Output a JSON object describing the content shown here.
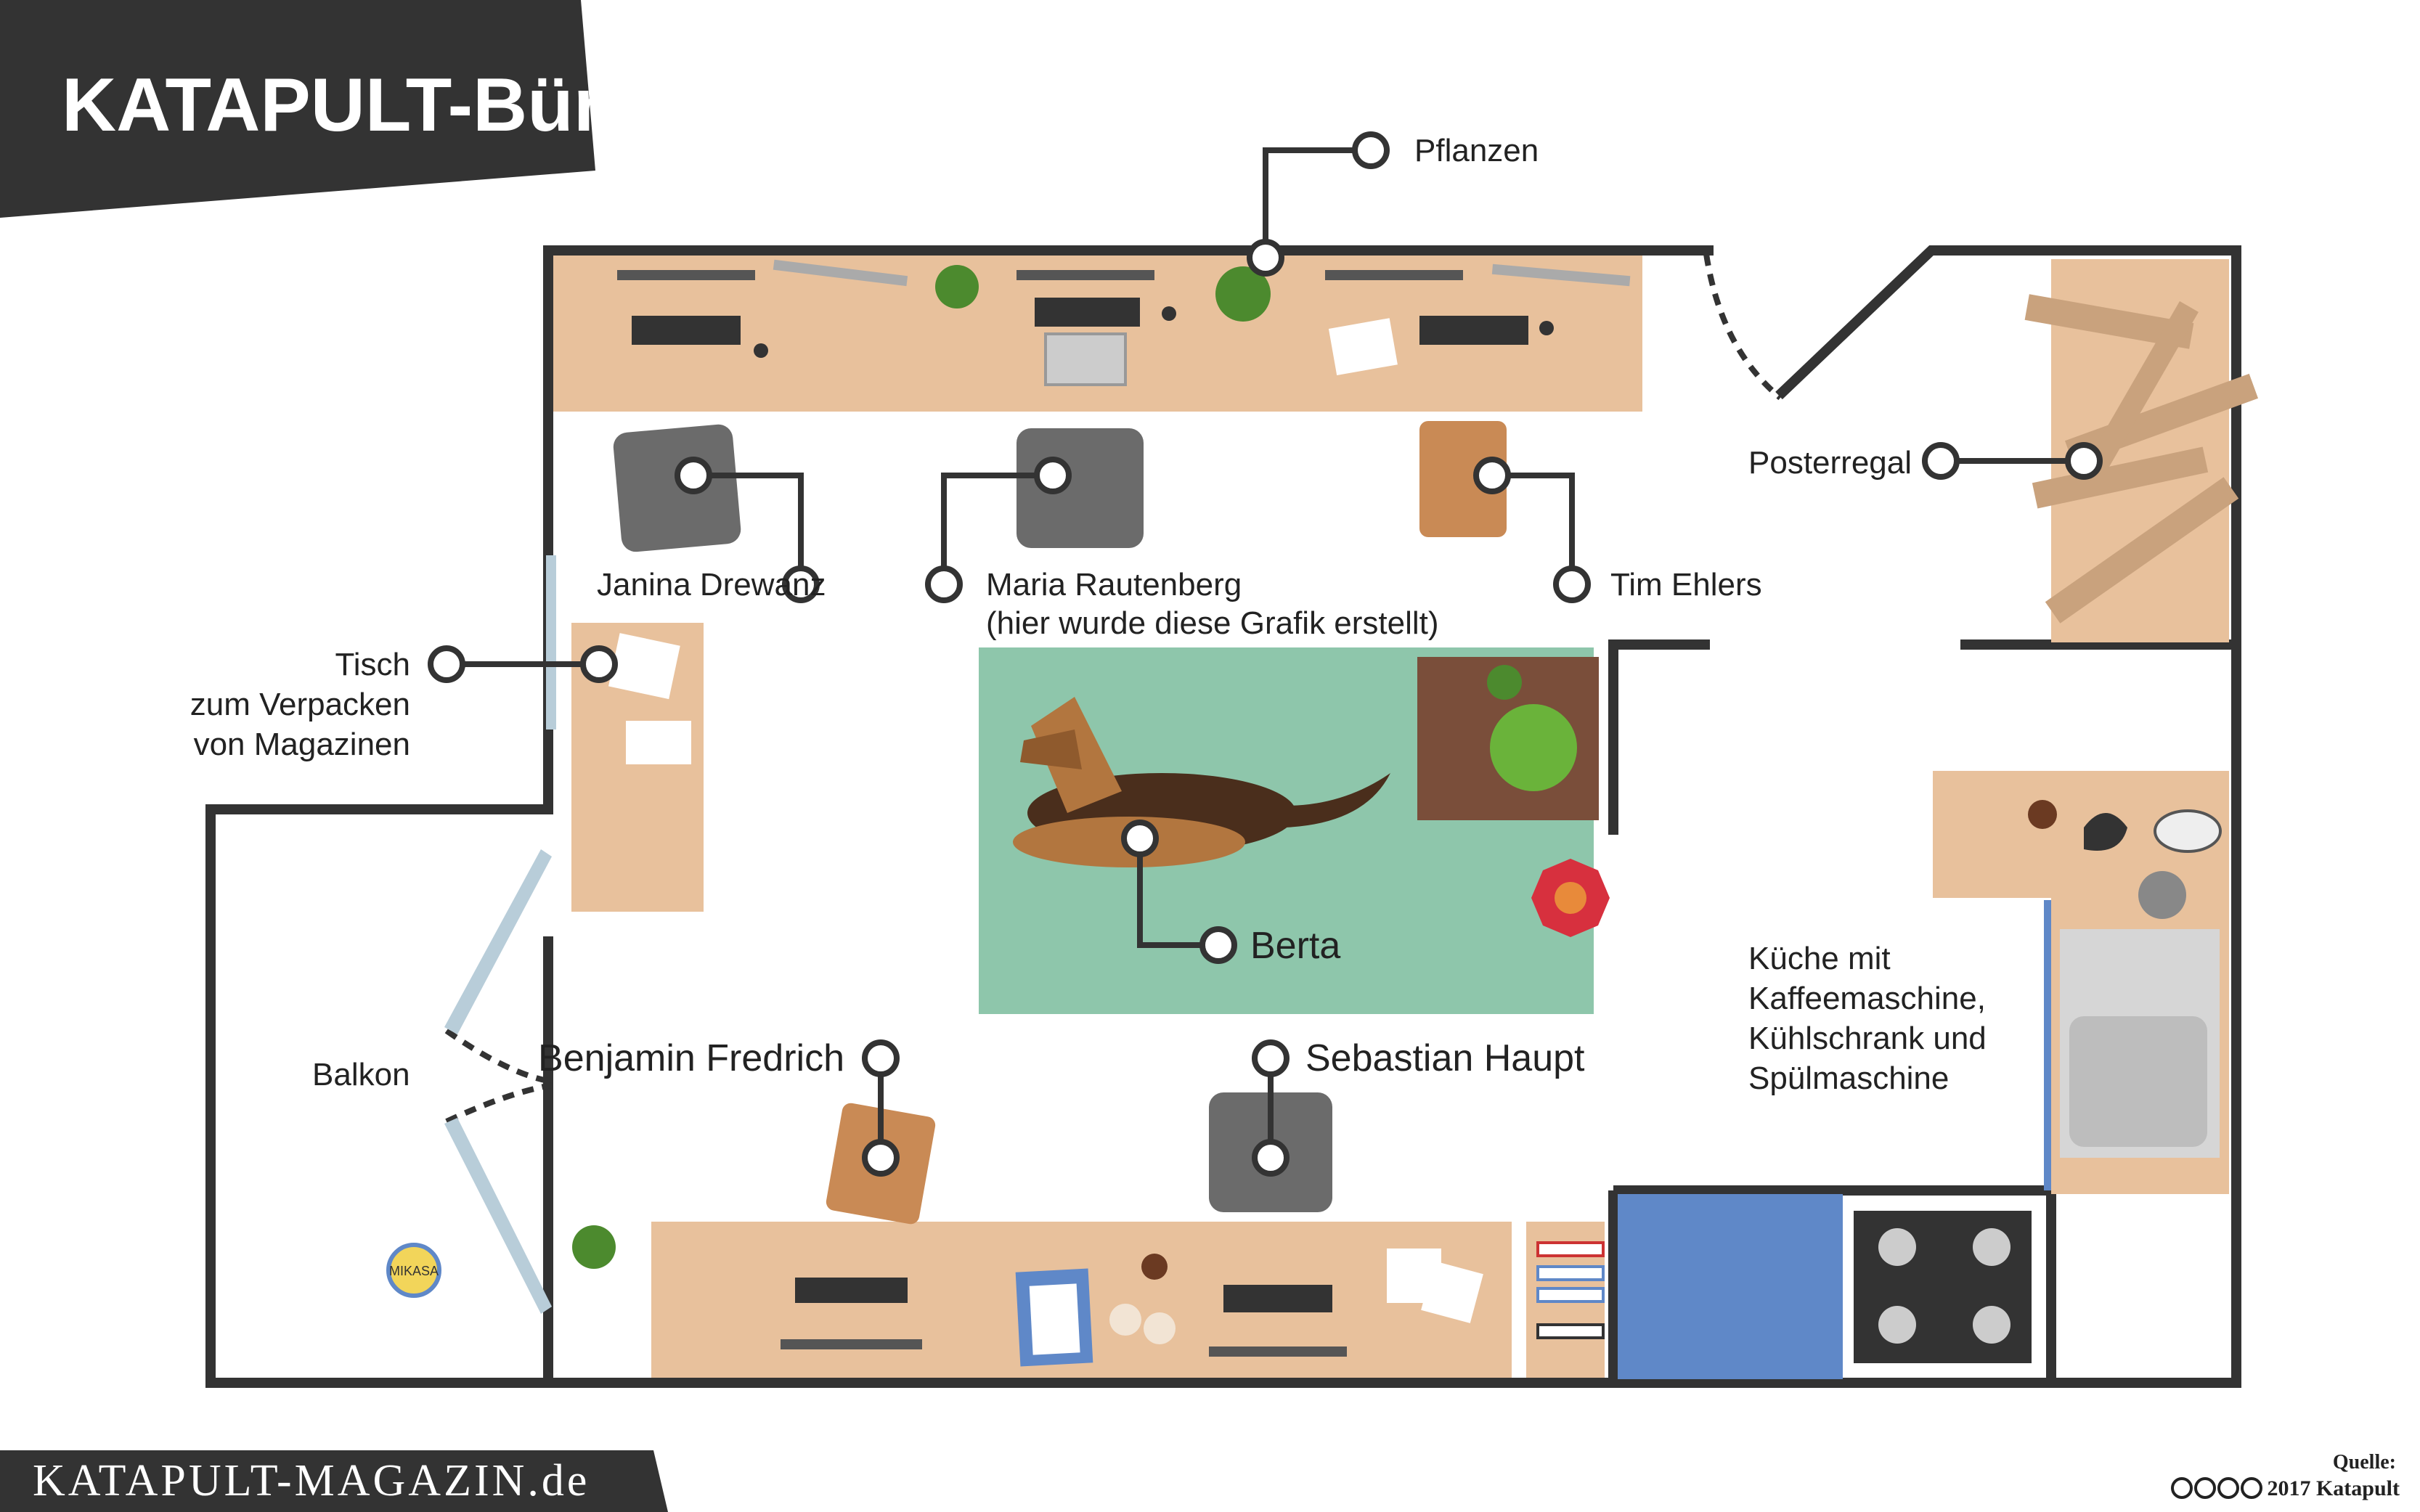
{
  "title": "KATAPULT-Büro",
  "footer": {
    "website": "KATAPULT-MAGAZIN.de",
    "source_label": "Quelle:",
    "source_text": "2017 Katapult"
  },
  "labels": {
    "plants": "Pflanzen",
    "poster_shelf": "Posterregal",
    "janina": "Janina Drewanz",
    "maria": "Maria Rautenberg",
    "maria_note": "(hier wurde diese Grafik erstellt)",
    "tim": "Tim Ehlers",
    "table": [
      "Tisch",
      "zum Verpacken",
      "von Magazinen"
    ],
    "dog": "Berta",
    "balcony": "Balkon",
    "benjamin": "Benjamin Fredrich",
    "sebastian": "Sebastian Haupt",
    "kitchen": [
      "Küche mit",
      "Kaffeemaschine,",
      "Kühlschrank und",
      "Spülmaschine"
    ],
    "ball": "MIKASA"
  },
  "colors": {
    "wall": "#333333",
    "desk": "#e8c19c",
    "chair_gray": "#6b6b6b",
    "chair_brown": "#c98a55",
    "rug": "#8ec6ab",
    "planter": "#7a4e3a",
    "fridge": "#5f88c8",
    "window": "#b8cdd9",
    "title_bg": "#333333"
  }
}
